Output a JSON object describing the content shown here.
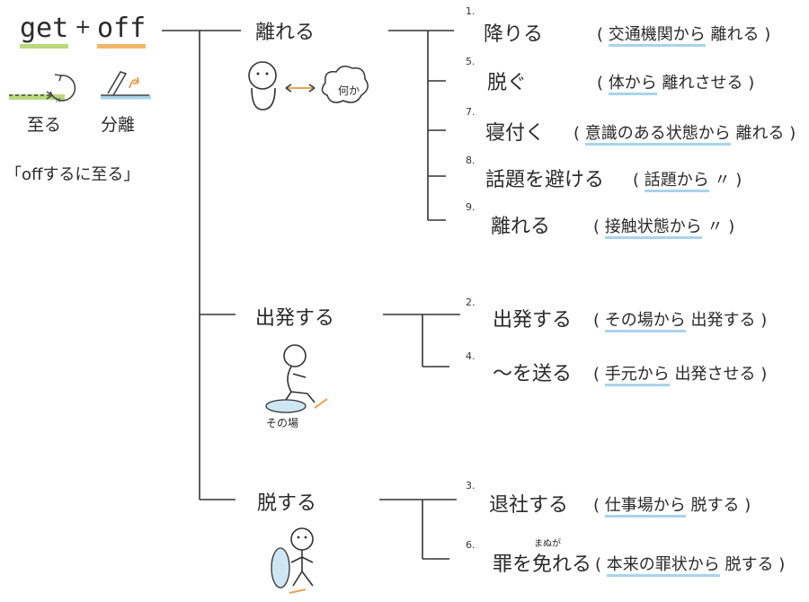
{
  "header": {
    "get": "get",
    "plus": "+",
    "off": "off",
    "label_reach": "至る",
    "label_separate": "分離",
    "caption": "「offするに至る」"
  },
  "categories": [
    {
      "label": "離れる",
      "bubble_text": "何か",
      "items": [
        {
          "num": "1.",
          "verb": "降りる",
          "paren_open": "(",
          "gloss": "交通機関から",
          "gloss_tail": "離れる",
          "paren_close": ")"
        },
        {
          "num": "5.",
          "verb": "脱ぐ",
          "paren_open": "(",
          "gloss": "体から",
          "gloss_tail": "離れさせる",
          "paren_close": ")"
        },
        {
          "num": "7.",
          "verb": "寝付く",
          "paren_open": "(",
          "gloss": "意識のある状態から",
          "gloss_tail": "離れる",
          "paren_close": ")"
        },
        {
          "num": "8.",
          "verb": "話題を避ける",
          "paren_open": "(",
          "gloss": "話題から",
          "gloss_tail": "〃",
          "paren_close": ")"
        },
        {
          "num": "9.",
          "verb": "離れる",
          "paren_open": "(",
          "gloss": "接触状態から",
          "gloss_tail": "〃",
          "paren_close": ")"
        }
      ]
    },
    {
      "label": "出発する",
      "place_text": "その場",
      "items": [
        {
          "num": "2.",
          "verb": "出発する",
          "paren_open": "(",
          "gloss": "その場から",
          "gloss_tail": "出発する",
          "paren_close": ")"
        },
        {
          "num": "4.",
          "verb": "〜を送る",
          "paren_open": "(",
          "gloss": "手元から",
          "gloss_tail": "出発させる",
          "paren_close": ")"
        }
      ]
    },
    {
      "label": "脱する",
      "items": [
        {
          "num": "3.",
          "verb": "退社する",
          "paren_open": "(",
          "gloss": "仕事場から",
          "gloss_tail": "脱する",
          "paren_close": ")"
        },
        {
          "num": "6.",
          "verb": "罪を免れる",
          "ruby": "まぬが",
          "paren_open": "(",
          "gloss": "本来の罪状から",
          "gloss_tail": "脱する",
          "paren_close": ")"
        }
      ]
    }
  ]
}
